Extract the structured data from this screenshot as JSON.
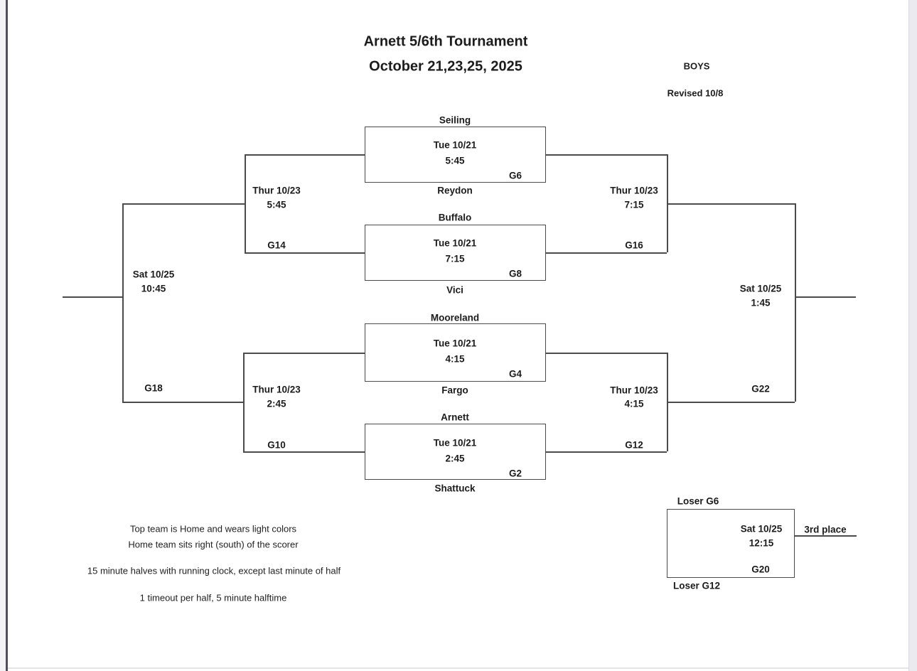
{
  "header": {
    "title": "Arnett 5/6th Tournament",
    "dates": "October 21,23,25, 2025",
    "division": "BOYS",
    "revised": "Revised 10/8"
  },
  "round1": [
    {
      "top_team": "Seiling",
      "bottom_team": "Reydon",
      "date": "Tue 10/21",
      "time": "5:45",
      "game": "G6"
    },
    {
      "top_team": "Buffalo",
      "bottom_team": "Vici",
      "date": "Tue 10/21",
      "time": "7:15",
      "game": "G8"
    },
    {
      "top_team": "Mooreland",
      "bottom_team": "Fargo",
      "date": "Tue 10/21",
      "time": "4:15",
      "game": "G4"
    },
    {
      "top_team": "Arnett",
      "bottom_team": "Shattuck",
      "date": "Tue 10/21",
      "time": "2:45",
      "game": "G2"
    }
  ],
  "consolation": {
    "semi_top": {
      "date": "Thur 10/23",
      "time": "5:45",
      "game": "G14"
    },
    "semi_bottom": {
      "date": "Thur 10/23",
      "time": "2:45",
      "game": "G10"
    },
    "final": {
      "date": "Sat 10/25",
      "time": "10:45",
      "game": "G18"
    }
  },
  "championship": {
    "semi_top": {
      "date": "Thur 10/23",
      "time": "7:15",
      "game": "G16"
    },
    "semi_bottom": {
      "date": "Thur 10/23",
      "time": "4:15",
      "game": "G12"
    },
    "final": {
      "date": "Sat 10/25",
      "time": "1:45",
      "game": "G22"
    }
  },
  "third_place": {
    "top_seed": "Loser G6",
    "bottom_seed": "Loser G12",
    "date": "Sat 10/25",
    "time": "12:15",
    "game": "G20",
    "label": "3rd place"
  },
  "notes": [
    "Top team is Home and wears light colors",
    "Home team sits right (south) of the scorer",
    "15 minute halves with running clock, except last minute of half",
    "1 timeout per half, 5 minute halftime"
  ],
  "colors": {
    "line": "#4b4b4b",
    "text": "#1c1c1c",
    "page": "#ffffff"
  }
}
